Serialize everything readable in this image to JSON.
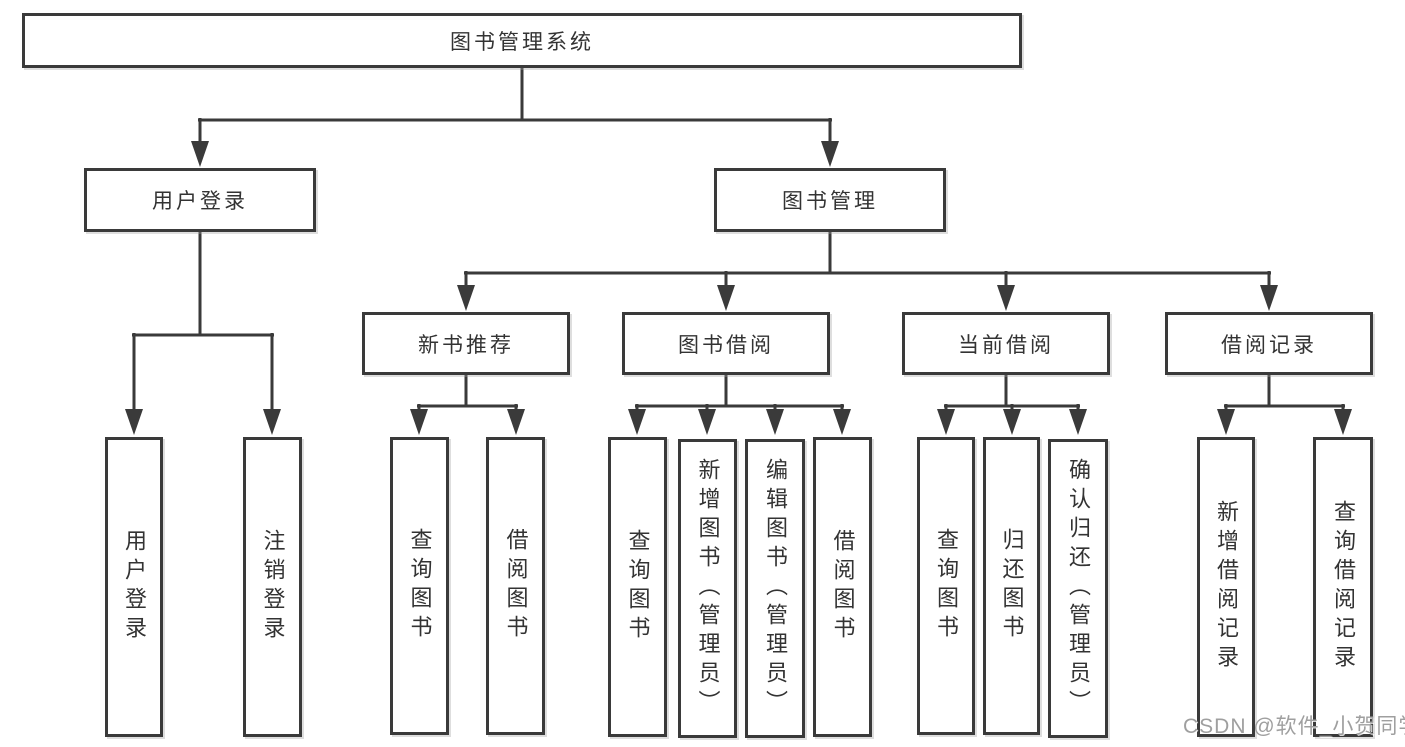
{
  "tree": {
    "root": {
      "label": "图书管理系统",
      "children": [
        {
          "label": "用户登录",
          "children": [
            {
              "label": "用户登录"
            },
            {
              "label": "注销登录"
            }
          ]
        },
        {
          "label": "图书管理",
          "children": [
            {
              "label": "新书推荐",
              "children": [
                {
                  "label": "查询图书"
                },
                {
                  "label": "借阅图书"
                }
              ]
            },
            {
              "label": "图书借阅",
              "children": [
                {
                  "label": "查询图书"
                },
                {
                  "label": "新增图书（管理员）"
                },
                {
                  "label": "编辑图书（管理员）"
                },
                {
                  "label": "借阅图书"
                }
              ]
            },
            {
              "label": "当前借阅",
              "children": [
                {
                  "label": "查询图书"
                },
                {
                  "label": "归还图书"
                },
                {
                  "label": "确认归还（管理员）"
                }
              ]
            },
            {
              "label": "借阅记录",
              "children": [
                {
                  "label": "新增借阅记录"
                },
                {
                  "label": "查询借阅记录"
                }
              ]
            }
          ]
        }
      ]
    }
  },
  "watermark": {
    "text": "CSDN @软件_小贺同学"
  },
  "colors": {
    "line": "#3a3a3a",
    "text": "#333333",
    "watermark": "#9f9f9f",
    "background": "#ffffff"
  }
}
